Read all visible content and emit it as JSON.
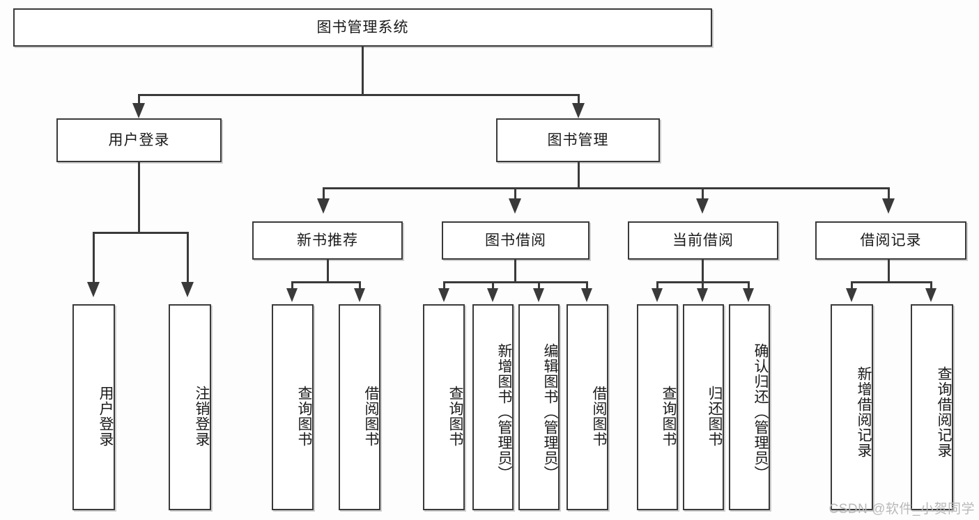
{
  "diagram": {
    "type": "tree",
    "title": "图书管理系统",
    "root": {
      "id": "root",
      "label": "图书管理系统"
    },
    "level1": [
      {
        "id": "user-login",
        "label": "用户登录"
      },
      {
        "id": "book-management",
        "label": "图书管理"
      }
    ],
    "level2": [
      {
        "id": "new-book-recommend",
        "label": "新书推荐",
        "parent": "book-management"
      },
      {
        "id": "book-borrow",
        "label": "图书借阅",
        "parent": "book-management"
      },
      {
        "id": "current-borrow",
        "label": "当前借阅",
        "parent": "book-management"
      },
      {
        "id": "borrow-record",
        "label": "借阅记录",
        "parent": "book-management"
      }
    ],
    "leaves": [
      {
        "id": "leaf-user-login",
        "label": "用户登录",
        "parent": "user-login"
      },
      {
        "id": "leaf-user-logout",
        "label": "注销登录",
        "parent": "user-login"
      },
      {
        "id": "leaf-query-book-1",
        "label": "查询图书",
        "parent": "new-book-recommend"
      },
      {
        "id": "leaf-borrow-book-1",
        "label": "借阅图书",
        "parent": "new-book-recommend"
      },
      {
        "id": "leaf-query-book-2",
        "label": "查询图书",
        "parent": "book-borrow"
      },
      {
        "id": "leaf-add-book",
        "label": "新增图书（管理员）",
        "parent": "book-borrow"
      },
      {
        "id": "leaf-edit-book",
        "label": "编辑图书（管理员）",
        "parent": "book-borrow"
      },
      {
        "id": "leaf-borrow-book-2",
        "label": "借阅图书",
        "parent": "book-borrow"
      },
      {
        "id": "leaf-query-book-3",
        "label": "查询图书",
        "parent": "current-borrow"
      },
      {
        "id": "leaf-return-book",
        "label": "归还图书",
        "parent": "current-borrow"
      },
      {
        "id": "leaf-confirm-return",
        "label": "确认归还（管理员）",
        "parent": "current-borrow"
      },
      {
        "id": "leaf-add-record",
        "label": "新增借阅记录",
        "parent": "borrow-record"
      },
      {
        "id": "leaf-query-record",
        "label": "查询借阅记录",
        "parent": "borrow-record"
      }
    ],
    "colors": {
      "border": "#3a3a3a",
      "background": "#ffffff",
      "canvas": "#fdfdfd",
      "text": "#1a1a1a",
      "watermark": "#b9b9b9"
    }
  },
  "watermark": {
    "text": "CSDN @软件_小贺同学"
  }
}
